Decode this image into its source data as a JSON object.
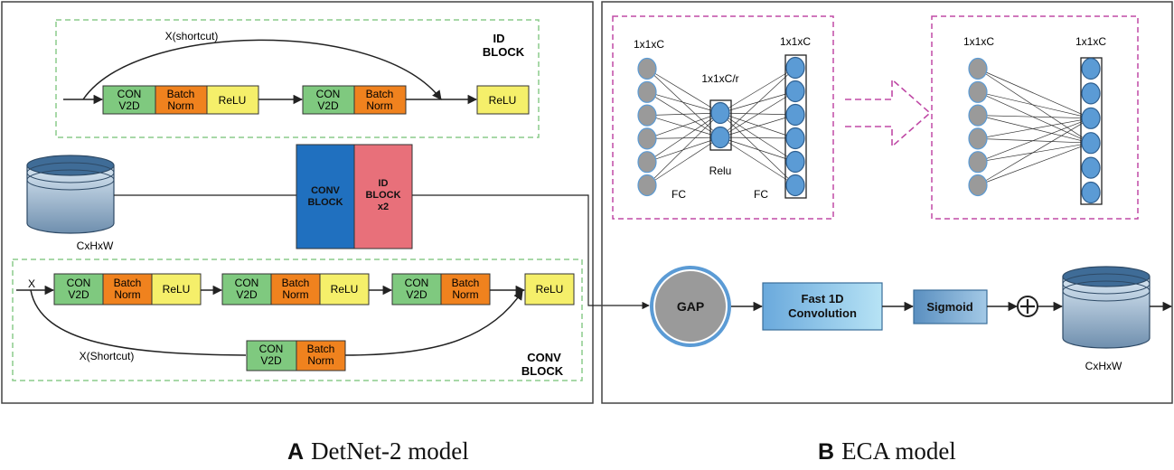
{
  "panel_a": {
    "id_block": {
      "title_line1": "ID",
      "title_line2": "BLOCK",
      "shortcut_label": "X(shortcut)",
      "conv1_line1": "CON",
      "conv1_line2": "V2D",
      "bn1_line1": "Batch",
      "bn1_line2": "Norm",
      "relu1": "ReLU",
      "conv2_line1": "CON",
      "conv2_line2": "V2D",
      "bn2_line1": "Batch",
      "bn2_line2": "Norm",
      "relu_out": "ReLU"
    },
    "input_label": "CxHxW",
    "conv_block_big_line1": "CONV",
    "conv_block_big_line2": "BLOCK",
    "id_block_big_line1": "ID",
    "id_block_big_line2": "BLOCK",
    "id_block_big_line3": "x2",
    "conv_block": {
      "title_line1": "CONV",
      "title_line2": "BLOCK",
      "input_label": "X",
      "shortcut_label": "X(Shortcut)",
      "conv1_line1": "CON",
      "conv1_line2": "V2D",
      "bn1_line1": "Batch",
      "bn1_line2": "Norm",
      "relu1": "ReLU",
      "conv2_line1": "CON",
      "conv2_line2": "V2D",
      "bn2_line1": "Batch",
      "bn2_line2": "Norm",
      "relu2": "ReLU",
      "conv3_line1": "CON",
      "conv3_line2": "V2D",
      "bn3_line1": "Batch",
      "bn3_line2": "Norm",
      "relu_out": "ReLU",
      "sc_conv_line1": "CON",
      "sc_conv_line2": "V2D",
      "sc_bn_line1": "Batch",
      "sc_bn_line2": "Norm"
    }
  },
  "panel_b": {
    "se": {
      "label_in": "1x1xC",
      "label_mid": "1x1xC/r",
      "label_out": "1x1xC",
      "relu": "Relu",
      "fc1": "FC",
      "fc2": "FC"
    },
    "eca": {
      "label_in": "1x1xC",
      "label_out": "1x1xC"
    },
    "gap": "GAP",
    "fast_conv_line1": "Fast 1D",
    "fast_conv_line2": "Convolution",
    "sigmoid": "Sigmoid",
    "output_label": "CxHxW"
  },
  "captions": {
    "a_letter": "A",
    "a_text": "DetNet-2 model",
    "b_letter": "B",
    "b_text": "ECA model"
  },
  "colors": {
    "conv_green": "#7fc97f",
    "bn_orange": "#f0821e",
    "relu_yellow": "#f5ef6a",
    "conv_block_blue": "#2070bf",
    "id_block_red": "#e8707a",
    "dash_green": "#8ccc8c",
    "dash_pink": "#c04aa6",
    "neuron_gray": "#9a9a9a",
    "neuron_blue": "#5b9bd5",
    "fast_conv_blue": "#8ec9ea",
    "sigmoid_blue": "#6a9fc8"
  }
}
